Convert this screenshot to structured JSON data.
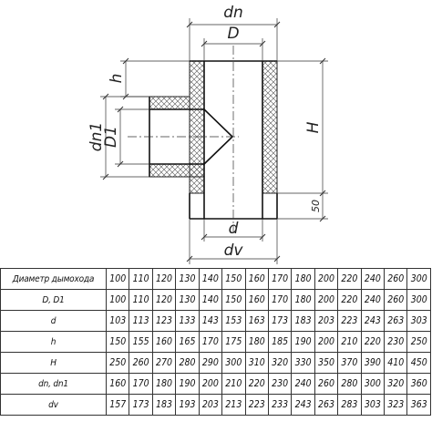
{
  "drawing": {
    "labels": {
      "dn": "dn",
      "D": "D",
      "h": "h",
      "dn1": "dn1",
      "D1": "D1",
      "H": "H",
      "d": "d",
      "dv": "dv",
      "offset": "50"
    }
  },
  "table": {
    "rows": [
      {
        "label": "Диаметр дымохода",
        "values": [
          "100",
          "110",
          "120",
          "130",
          "140",
          "150",
          "160",
          "170",
          "180",
          "200",
          "220",
          "240",
          "260",
          "300"
        ]
      },
      {
        "label": "D, D1",
        "values": [
          "100",
          "110",
          "120",
          "130",
          "140",
          "150",
          "160",
          "170",
          "180",
          "200",
          "220",
          "240",
          "260",
          "300"
        ]
      },
      {
        "label": "d",
        "values": [
          "103",
          "113",
          "123",
          "133",
          "143",
          "153",
          "163",
          "173",
          "183",
          "203",
          "223",
          "243",
          "263",
          "303"
        ]
      },
      {
        "label": "h",
        "values": [
          "150",
          "155",
          "160",
          "165",
          "170",
          "175",
          "180",
          "185",
          "190",
          "200",
          "210",
          "220",
          "230",
          "250"
        ]
      },
      {
        "label": "H",
        "values": [
          "250",
          "260",
          "270",
          "280",
          "290",
          "300",
          "310",
          "320",
          "330",
          "350",
          "370",
          "390",
          "410",
          "450"
        ]
      },
      {
        "label": "dn, dn1",
        "values": [
          "160",
          "170",
          "180",
          "190",
          "200",
          "210",
          "220",
          "230",
          "240",
          "260",
          "280",
          "300",
          "320",
          "360"
        ]
      },
      {
        "label": "dv",
        "values": [
          "157",
          "173",
          "183",
          "193",
          "203",
          "213",
          "223",
          "233",
          "243",
          "263",
          "283",
          "303",
          "323",
          "363"
        ]
      }
    ]
  }
}
